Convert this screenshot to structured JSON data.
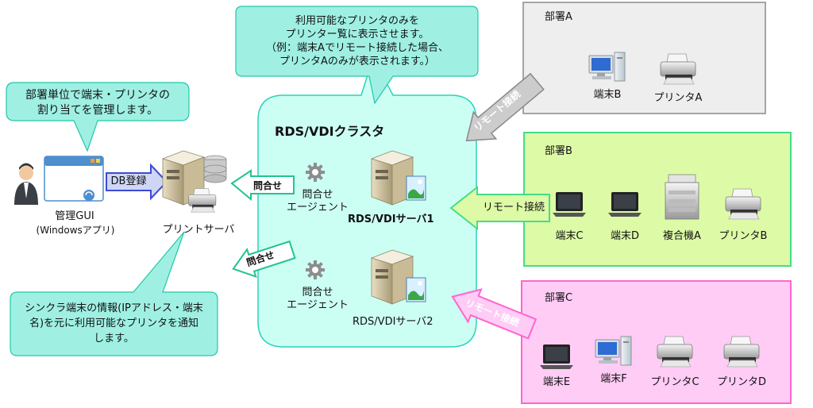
{
  "callouts": {
    "top": [
      "利用可能なプリンタのみを",
      "プリンター覧に表示させます。",
      "（例：端末Aでリモート接続した場合、",
      "プリンタAのみが表示されます。）"
    ],
    "left": [
      "部署単位で端末・プリンタの",
      "割り当てを管理します。"
    ],
    "bottom": [
      "シンクラ端末の情報(IPアドレス・端末",
      "名)を元に利用可能なプリンタを通知",
      "します。"
    ]
  },
  "admin": {
    "label": "管理GUI",
    "sublabel": "(Windowsアプリ)"
  },
  "db_register": "DB登録",
  "print_server": "プリントサーバ",
  "cluster": {
    "title": "RDS/VDIクラスタ",
    "query_top": "問合せ",
    "query_bottom": "問合せ",
    "agent1": [
      "問合せ",
      "エージェント"
    ],
    "agent2": [
      "問合せ",
      "エージェント"
    ],
    "server1": "RDS/VDIサーバ1",
    "server2": "RDS/VDIサーバ2"
  },
  "dept_a": {
    "title": "部署A",
    "devices": [
      "端末B",
      "プリンタA"
    ],
    "remote": "リモート接続"
  },
  "dept_b": {
    "title": "部署B",
    "devices": [
      "端末C",
      "端末D",
      "複合機A",
      "プリンタB"
    ],
    "remote": "リモート接続"
  },
  "dept_c": {
    "title": "部署C",
    "devices": [
      "端末E",
      "端末F",
      "プリンタC",
      "プリンタD"
    ],
    "remote": "リモート接続"
  },
  "colors": {
    "callout_fill": "#9ff0e3",
    "cluster_fill": "#ccfff4",
    "dept_a_fill": "#eeeeee",
    "dept_b_fill": "#ddfaa6",
    "dept_c_fill": "#ffccf6",
    "dept_b_border": "#44dd88",
    "dept_c_border": "#ff66cc"
  }
}
